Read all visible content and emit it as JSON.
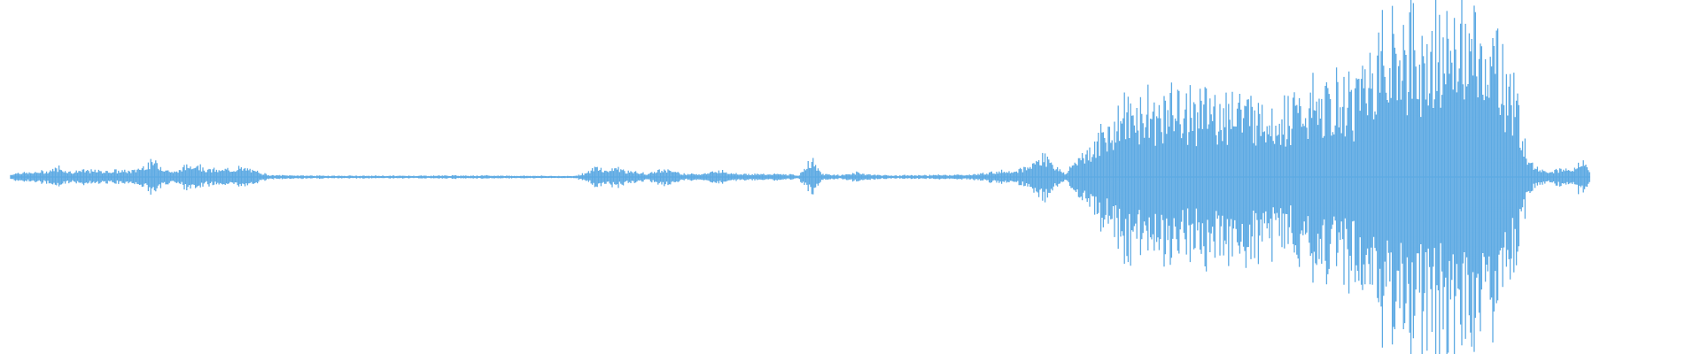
{
  "waveform": {
    "color": "#5daae3",
    "background": "#ffffff",
    "envelope": [
      [
        0.0,
        0.015
      ],
      [
        0.004,
        0.03
      ],
      [
        0.012,
        0.028
      ],
      [
        0.022,
        0.038
      ],
      [
        0.03,
        0.065
      ],
      [
        0.036,
        0.035
      ],
      [
        0.045,
        0.042
      ],
      [
        0.06,
        0.04
      ],
      [
        0.075,
        0.04
      ],
      [
        0.082,
        0.075
      ],
      [
        0.088,
        0.1
      ],
      [
        0.094,
        0.06
      ],
      [
        0.1,
        0.03
      ],
      [
        0.108,
        0.07
      ],
      [
        0.114,
        0.09
      ],
      [
        0.12,
        0.05
      ],
      [
        0.13,
        0.045
      ],
      [
        0.14,
        0.06
      ],
      [
        0.148,
        0.045
      ],
      [
        0.16,
        0.012
      ],
      [
        0.2,
        0.008
      ],
      [
        0.24,
        0.008
      ],
      [
        0.28,
        0.01
      ],
      [
        0.32,
        0.008
      ],
      [
        0.345,
        0.006
      ],
      [
        0.355,
        0.03
      ],
      [
        0.36,
        0.07
      ],
      [
        0.366,
        0.04
      ],
      [
        0.372,
        0.065
      ],
      [
        0.378,
        0.04
      ],
      [
        0.385,
        0.03
      ],
      [
        0.392,
        0.02
      ],
      [
        0.4,
        0.055
      ],
      [
        0.408,
        0.035
      ],
      [
        0.415,
        0.02
      ],
      [
        0.428,
        0.025
      ],
      [
        0.436,
        0.045
      ],
      [
        0.444,
        0.025
      ],
      [
        0.458,
        0.018
      ],
      [
        0.47,
        0.02
      ],
      [
        0.484,
        0.012
      ],
      [
        0.492,
        0.11
      ],
      [
        0.498,
        0.02
      ],
      [
        0.51,
        0.012
      ],
      [
        0.52,
        0.03
      ],
      [
        0.526,
        0.018
      ],
      [
        0.54,
        0.01
      ],
      [
        0.56,
        0.012
      ],
      [
        0.59,
        0.015
      ],
      [
        0.605,
        0.035
      ],
      [
        0.618,
        0.045
      ],
      [
        0.625,
        0.06
      ],
      [
        0.63,
        0.11
      ],
      [
        0.636,
        0.16
      ],
      [
        0.642,
        0.06
      ],
      [
        0.648,
        0.02
      ],
      [
        0.652,
        0.08
      ],
      [
        0.658,
        0.16
      ],
      [
        0.664,
        0.2
      ],
      [
        0.67,
        0.28
      ],
      [
        0.676,
        0.38
      ],
      [
        0.682,
        0.45
      ],
      [
        0.69,
        0.48
      ],
      [
        0.698,
        0.46
      ],
      [
        0.706,
        0.5
      ],
      [
        0.712,
        0.56
      ],
      [
        0.718,
        0.48
      ],
      [
        0.726,
        0.52
      ],
      [
        0.734,
        0.47
      ],
      [
        0.742,
        0.5
      ],
      [
        0.75,
        0.56
      ],
      [
        0.756,
        0.5
      ],
      [
        0.764,
        0.48
      ],
      [
        0.772,
        0.47
      ],
      [
        0.78,
        0.43
      ],
      [
        0.788,
        0.48
      ],
      [
        0.796,
        0.52
      ],
      [
        0.804,
        0.52
      ],
      [
        0.812,
        0.54
      ],
      [
        0.82,
        0.56
      ],
      [
        0.826,
        0.62
      ],
      [
        0.832,
        0.76
      ],
      [
        0.838,
        0.88
      ],
      [
        0.844,
        0.94
      ],
      [
        0.85,
        0.96
      ],
      [
        0.856,
        0.9
      ],
      [
        0.862,
        0.96
      ],
      [
        0.868,
        0.94
      ],
      [
        0.874,
        0.98
      ],
      [
        0.88,
        0.96
      ],
      [
        0.886,
        0.99
      ],
      [
        0.892,
        0.95
      ],
      [
        0.898,
        0.94
      ],
      [
        0.904,
        0.93
      ],
      [
        0.91,
        0.86
      ],
      [
        0.916,
        0.8
      ],
      [
        0.92,
        0.7
      ],
      [
        0.924,
        0.52
      ],
      [
        0.928,
        0.38
      ],
      [
        0.932,
        0.18
      ],
      [
        0.936,
        0.06
      ],
      [
        0.944,
        0.04
      ],
      [
        0.952,
        0.05
      ],
      [
        0.96,
        0.045
      ],
      [
        0.964,
        0.11
      ],
      [
        0.968,
        0.08
      ],
      [
        0.97,
        0.03
      ]
    ]
  }
}
